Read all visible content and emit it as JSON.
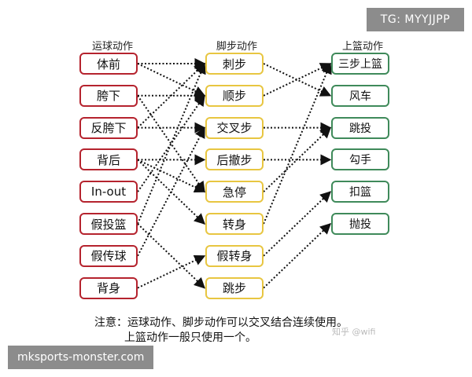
{
  "columns": {
    "dribble": {
      "title": "运球动作",
      "items": [
        "体前",
        "胯下",
        "反胯下",
        "背后",
        "In-out",
        "假投篮",
        "假传球",
        "背身"
      ]
    },
    "footwork": {
      "title": "脚步动作",
      "items": [
        "刺步",
        "顺步",
        "交叉步",
        "后撤步",
        "急停",
        "转身",
        "假转身",
        "跳步"
      ]
    },
    "finish": {
      "title": "上篮动作",
      "items": [
        "三步上篮",
        "风车",
        "跳投",
        "勾手",
        "扣篮",
        "抛投"
      ]
    }
  },
  "links_dribble_to_footwork": [
    [
      0,
      0
    ],
    [
      0,
      1
    ],
    [
      1,
      1
    ],
    [
      1,
      4
    ],
    [
      2,
      0
    ],
    [
      2,
      2
    ],
    [
      3,
      3
    ],
    [
      3,
      4
    ],
    [
      3,
      5
    ],
    [
      4,
      1
    ],
    [
      5,
      0
    ],
    [
      5,
      7
    ],
    [
      6,
      2
    ],
    [
      7,
      6
    ]
  ],
  "links_footwork_to_finish": [
    [
      0,
      1
    ],
    [
      1,
      0
    ],
    [
      2,
      2
    ],
    [
      3,
      3
    ],
    [
      4,
      2
    ],
    [
      5,
      0
    ],
    [
      6,
      4
    ],
    [
      7,
      5
    ]
  ],
  "note": {
    "line1": "注意：运球动作、脚步动作可以交叉结合连续使用。",
    "line2": "上篮动作一般只使用一个。"
  },
  "overlays": {
    "tg": "TG: MYYJJPP",
    "site": "mksports-monster.com",
    "watermark": "知乎 @wifi"
  },
  "colors": {
    "dribble_border": "#b5232e",
    "footwork_border": "#e8c641",
    "finish_border": "#3f8a5a"
  }
}
